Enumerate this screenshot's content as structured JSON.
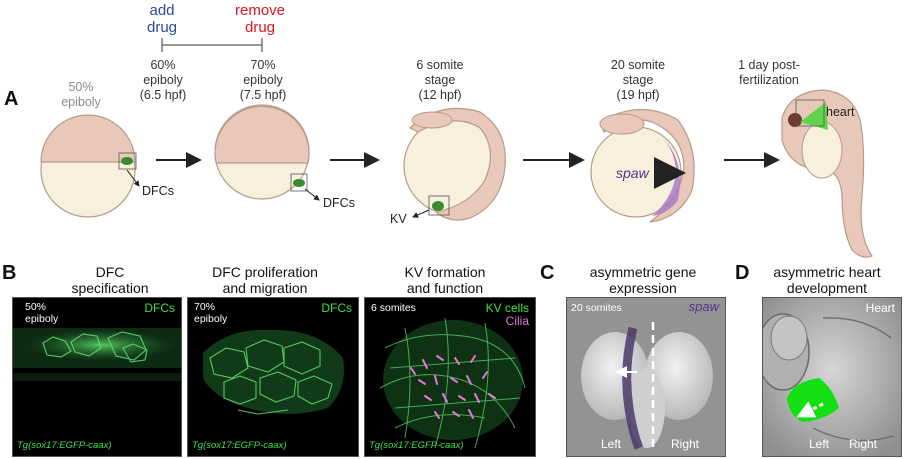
{
  "panelA": {
    "letter": "A",
    "add_drug": "add\ndrug",
    "remove_drug": "remove\ndrug",
    "stage_50": "50%\nepiboly",
    "stage_60": "60%\nepiboly\n(6.5 hpf)",
    "stage_70": "70%\nepiboly\n(7.5 hpf)",
    "stage_6som": "6 somite\nstage\n(12 hpf)",
    "stage_20som": "20 somite\nstage\n(19 hpf)",
    "stage_1dpf": "1 day post-\nfertilization",
    "dfcs_label_1": "DFCs",
    "dfcs_label_2": "DFCs",
    "kv_label": "KV",
    "spaw_label": "spaw",
    "heart_label": "heart",
    "colors": {
      "add": "#2a4a9a",
      "remove": "#e0141e",
      "grey": "#8a8a8a",
      "embryo": "#e8c8b8",
      "yolk": "#f6f0dc",
      "green": "#3d8a2e",
      "purple": "#8e5bb0"
    }
  },
  "panelB": {
    "letter": "B",
    "t1": "DFC\nspecification",
    "t2": "DFC proliferation\nand migration",
    "t3": "KV formation\nand function",
    "img1_tl": "50%\nepiboly",
    "img1_tr": "DFCs",
    "img1_bl": "Tg(sox17:EGFP-caax)",
    "img2_tl": "70%\nepiboly",
    "img2_tr": "DFCs",
    "img2_bl": "Tg(sox17:EGFP-caax)",
    "img3_tl": "6 somites",
    "img3_tr1": "KV cells",
    "img3_tr2": "Cilia",
    "img3_bl": "Tg(sox17:EGFP-caax)"
  },
  "panelC": {
    "letter": "C",
    "title": "asymmetric gene\nexpression",
    "tl": "20 somites",
    "tr": "spaw",
    "left": "Left",
    "right": "Right"
  },
  "panelD": {
    "letter": "D",
    "title": "asymmetric heart\ndevelopment",
    "tr": "Heart",
    "left": "Left",
    "right": "Right"
  }
}
